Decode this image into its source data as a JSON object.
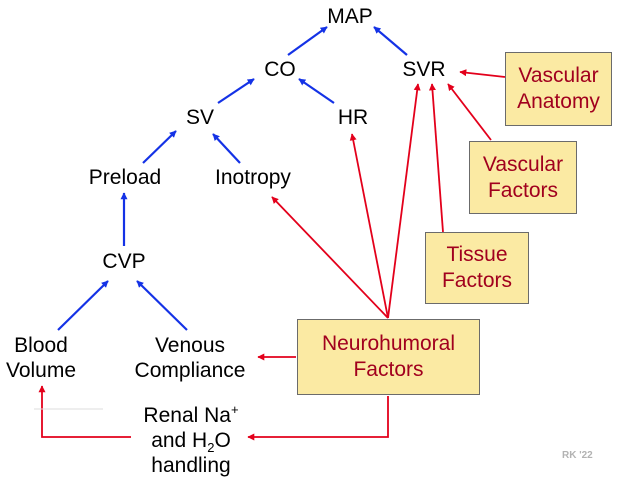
{
  "nodes": {
    "map": "MAP",
    "co": "CO",
    "svr": "SVR",
    "sv": "SV",
    "hr": "HR",
    "preload": "Preload",
    "inotropy": "Inotropy",
    "cvp": "CVP",
    "blood_volume": [
      "Blood",
      "Volume"
    ],
    "venous_compliance": [
      "Venous",
      "Compliance"
    ],
    "renal": {
      "line1": "Renal Na",
      "line1_sup": "+",
      "line2_pre": "and H",
      "line2_sub": "2",
      "line2_post": "O",
      "line3": "handling"
    }
  },
  "boxes": {
    "vascular_anatomy": [
      "Vascular",
      "Anatomy"
    ],
    "vascular_factors": [
      "Vascular",
      "Factors"
    ],
    "tissue_factors": [
      "Tissue",
      "Factors"
    ],
    "neurohumoral_factors": [
      "Neurohumoral",
      "Factors"
    ]
  },
  "credit": "RK '22",
  "colors": {
    "blue_arrow": "#1432e6",
    "red_arrow": "#e3001b",
    "box_fill": "#fbeaa3",
    "box_text": "#a1001e"
  }
}
